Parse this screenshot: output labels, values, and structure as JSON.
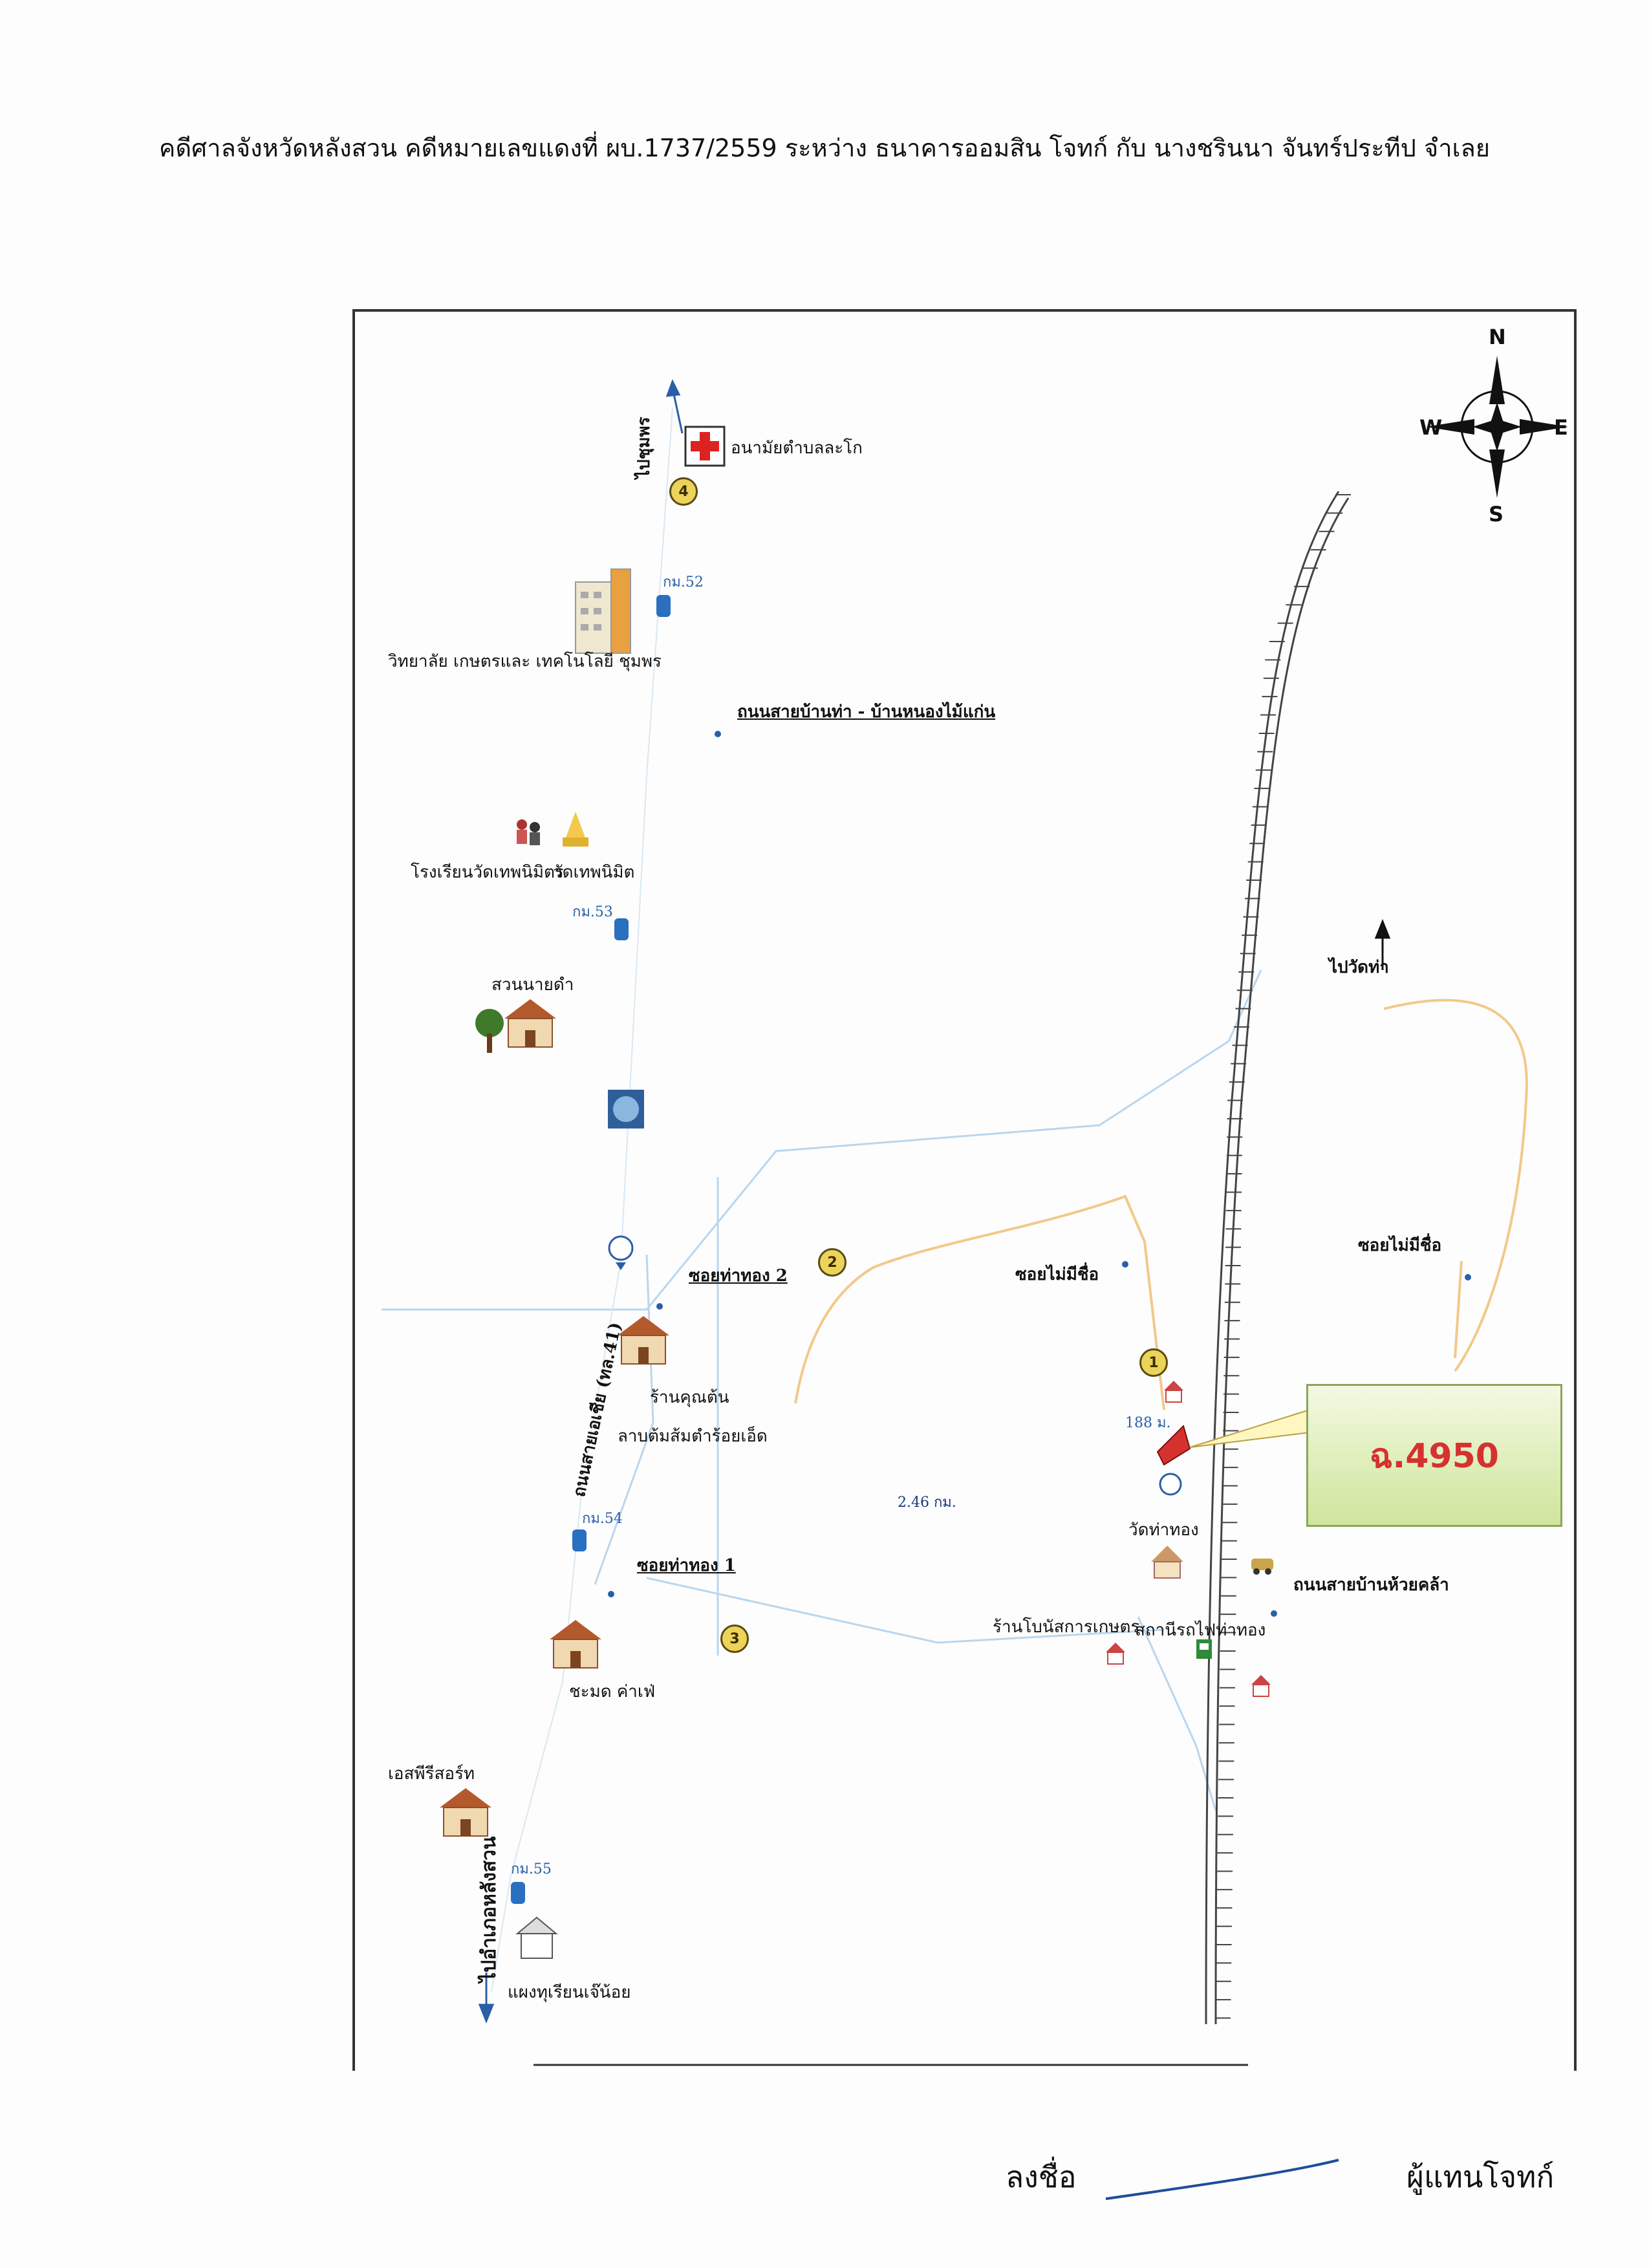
{
  "header": {
    "text": "คดีศาลจังหวัดหลังสวน คดีหมายเลขแดงที่ ผบ.1737/2559 ระหว่าง  ธนาคารออมสิน   โจทก์    กับ นางชรินนา จันทร์ประทีป  จำเลย"
  },
  "compass": {
    "n": "N",
    "s": "S",
    "w": "W",
    "e": "E"
  },
  "landmarks": {
    "health_station": "อนามัยตำบลละโก",
    "to_chumphon": "ไปชุมพร",
    "km52": "กม.52",
    "college": "วิทยาลัย เกษตรและ เทคโนโลยี ชุมพร",
    "road_banna": "ถนนสายบ้านท่า - บ้านหนองไม้แก่น",
    "school": "โรงเรียนวัดเทพนิมิตร",
    "temple_thep": "วัดเทพนิมิต",
    "km53": "กม.53",
    "garden": "สวนนายดำ",
    "soi_thathong2": "ซอยท่าทอง 2",
    "highway": "ถนนสายเอเชีย (ทล.41)",
    "shop": "ร้านคุณต้น",
    "shop_sub": "ลาบต้มส้มตำร้อยเอ็ด",
    "km54": "กม.54",
    "soi_thathong1": "ซอยท่าทอง 1",
    "chabakang": "ชะมด ค่าเฟ่",
    "distance": "2.46 กม.",
    "soi_noname_left": "ซอยไม่มีชื่อ",
    "soi_noname_right": "ซอยไม่มีชื่อ",
    "to_wat": "ไปวัดท่า",
    "dist188": "188 ม.",
    "wat_thathong": "วัดท่าทอง",
    "road_huai": "ถนนสายบ้านห้วยคล้า",
    "coop_shop": "ร้านโบนัสการเกษตร",
    "station": "สถานีรถไฟท่าทอง",
    "es_resort": "เอสพีรีสอร์ท",
    "to_langsuan": "ไปอำเภอหลังสวน",
    "km55": "กม.55",
    "durian": "แผงทุเรียนเจ๊น้อย"
  },
  "markers": [
    "1",
    "2",
    "3",
    "4"
  ],
  "deed_label": "ฉ.4950",
  "signature": {
    "label": "ลงชื่อ",
    "role": "ผู้แทนโจทก์"
  },
  "colors": {
    "deed_text": "#d5322f",
    "deed_box": "#cfe59c",
    "road_orange": "#f2c98a",
    "road_blue": "#b9d6ef"
  }
}
